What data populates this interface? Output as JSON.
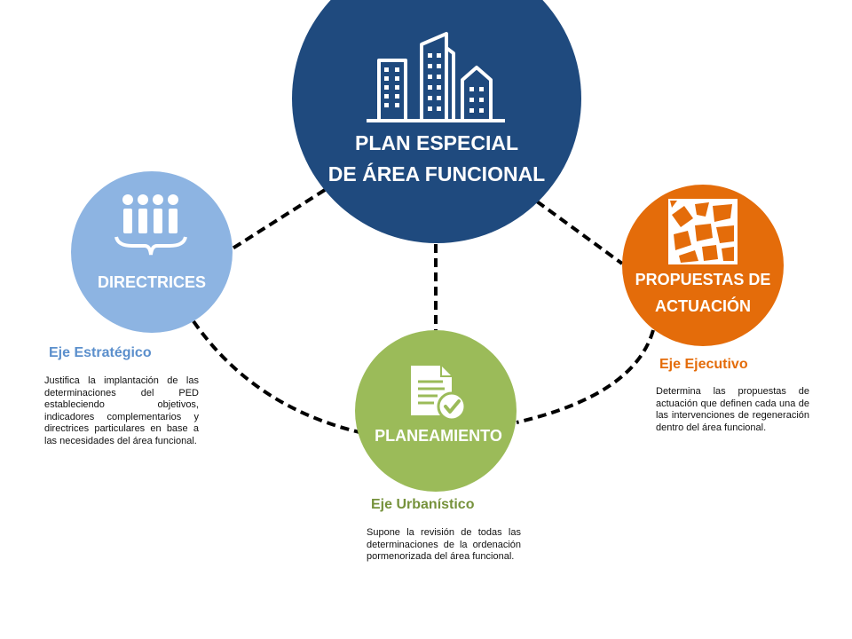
{
  "diagram": {
    "center_node": {
      "line1": "PLAN ESPECIAL",
      "line2": "DE ÁREA FUNCIONAL",
      "icon": "city-buildings-icon",
      "color": "#1f4a7e"
    },
    "nodes": [
      {
        "id": "directrices",
        "label": "DIRECTRICES",
        "icon": "columns-brace-icon",
        "color": "#8db4e2",
        "axis_title": "Eje Estratégico",
        "axis_color": "#5b8fcc",
        "description": "Justifica la implantación de las determinaciones del PED estableciendo objetivos, indicadores complementarios y directrices particulares en base a las necesidades del área funcional."
      },
      {
        "id": "propuestas",
        "label_line1": "PROPUESTAS DE",
        "label_line2": "ACTUACIÓN",
        "icon": "city-map-icon",
        "color": "#e46c0a",
        "axis_title": "Eje Ejecutivo",
        "axis_color": "#e46c0a",
        "description": "Determina las propuestas de actuación que definen cada una de las intervenciones de regeneración dentro del área funcional."
      },
      {
        "id": "planeamiento",
        "label": "PLANEAMIENTO",
        "icon": "document-check-icon",
        "color": "#9bbb59",
        "axis_title": "Eje Urbanístico",
        "axis_color": "#76923c",
        "description": "Supone la revisión de todas las determinaciones de la ordenación pormenorizada del área funcional."
      }
    ]
  }
}
